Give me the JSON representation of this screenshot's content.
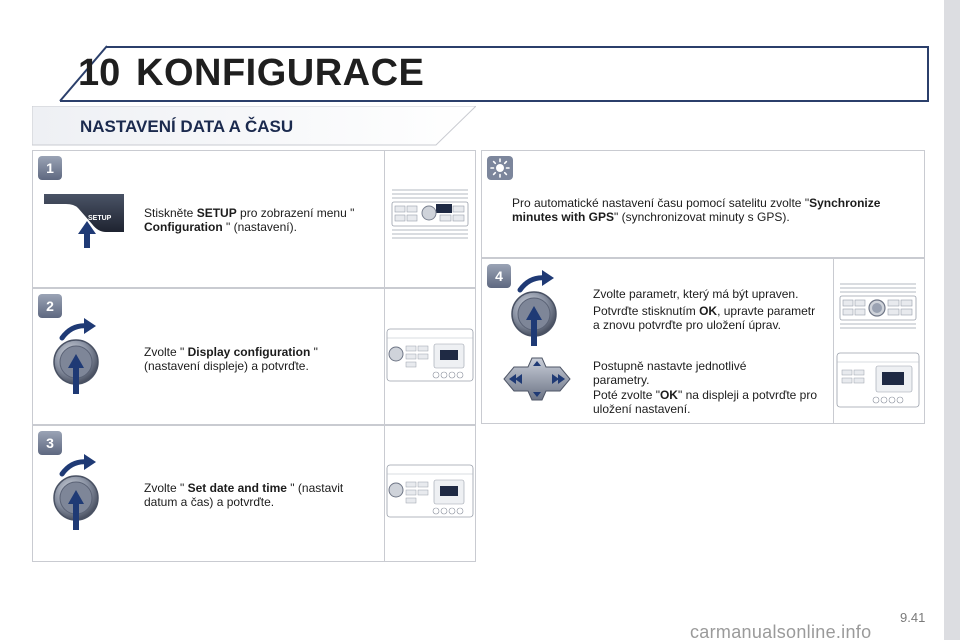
{
  "chapter": {
    "number": "10",
    "title": "KONFIGURACE"
  },
  "section": {
    "title": "NASTAVENÍ DATA A ČASU"
  },
  "steps": [
    {
      "badge": "1",
      "parts": [
        {
          "t": "Stiskněte ",
          "b": false
        },
        {
          "t": "SETUP",
          "b": true
        },
        {
          "t": " pro zobrazení menu \"",
          "b": false
        },
        {
          "t": " Configuration",
          "b": true
        },
        {
          "t": " \" (nastavení).",
          "b": false
        }
      ],
      "key_label": "SETUP"
    },
    {
      "badge": "2",
      "parts": [
        {
          "t": "Zvolte \" ",
          "b": false
        },
        {
          "t": "Display configuration",
          "b": true
        },
        {
          "t": " \" (nastavení displeje) a potvrďte.",
          "b": false
        }
      ]
    },
    {
      "badge": "3",
      "parts": [
        {
          "t": "Zvolte \" ",
          "b": false
        },
        {
          "t": "Set date and time",
          "b": true
        },
        {
          "t": " \" (nastavit datum a čas) a potvrďte.",
          "b": false
        }
      ]
    }
  ],
  "tip": {
    "parts": [
      {
        "t": "Pro automatické nastavení času pomocí satelitu zvolte \"",
        "b": false
      },
      {
        "t": "Synchronize minutes with GPS",
        "b": true
      },
      {
        "t": "\" (synchronizovat minuty s GPS).",
        "b": false
      }
    ]
  },
  "step4": {
    "badge": "4",
    "line1": [
      {
        "t": "Zvolte parametr, který má být upraven.",
        "b": false
      }
    ],
    "line2": [
      {
        "t": "Potvrďte stisknutím ",
        "b": false
      },
      {
        "t": "OK",
        "b": true
      },
      {
        "t": ", upravte parametr a znovu potvrďte pro uložení úprav.",
        "b": false
      }
    ],
    "line3": [
      {
        "t": "Postupně nastavte jednotlivé parametry.",
        "b": false
      }
    ],
    "line4": [
      {
        "t": "Poté zvolte \"",
        "b": false
      },
      {
        "t": "OK",
        "b": true
      },
      {
        "t": "\" na displeji a potvrďte pro uložení nastavení.",
        "b": false
      }
    ]
  },
  "page_number": "9.41",
  "watermark": "carmanualsonline.info",
  "colors": {
    "navy": "#2b3f6b",
    "badge": "#6b7590",
    "border": "#c9cbd1",
    "knob": "#5a6478",
    "arrow": "#1f3a75"
  }
}
